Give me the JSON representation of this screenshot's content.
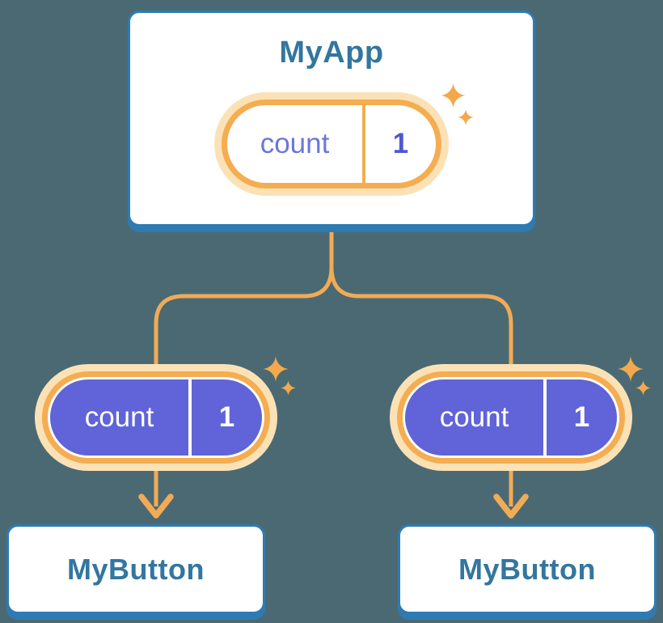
{
  "palette": {
    "background": "#4B6973",
    "card_fill": "#FFFFFF",
    "card_border": "#2E7BB2",
    "heading_text": "#33769F",
    "connector": "#F1AB55",
    "pill_ring": "#F4AD51",
    "pill_halo": "#FBE2B6",
    "state_text": "#6D76DC",
    "state_value_text": "#4F58D2",
    "prop_fill": "#6064D8",
    "prop_text": "#FFFFFF",
    "sparkle": "#F2A94C"
  },
  "tree": {
    "root": {
      "title": "MyApp",
      "state": {
        "label": "count",
        "value": "1"
      }
    },
    "children": [
      {
        "title": "MyButton",
        "prop": {
          "label": "count",
          "value": "1"
        }
      },
      {
        "title": "MyButton",
        "prop": {
          "label": "count",
          "value": "1"
        }
      }
    ]
  }
}
